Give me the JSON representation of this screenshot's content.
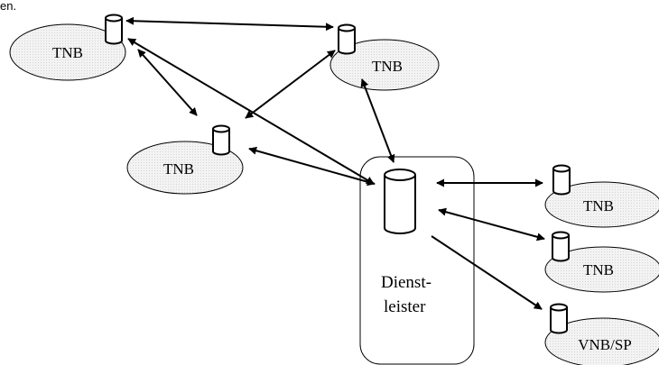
{
  "caption_fragment": "en.",
  "nodes": {
    "tnb_top_left": "TNB",
    "tnb_top_right": "TNB",
    "tnb_middle_left": "TNB",
    "tnb_right_1": "TNB",
    "tnb_right_2": "TNB",
    "vnb_sp": "VNB/SP"
  },
  "provider": {
    "line1": "Dienst-",
    "line2": "leister"
  },
  "colors": {
    "ellipse_fill": "#f2f2f2",
    "stroke": "#000000",
    "provider_fill": "#ffffff"
  }
}
